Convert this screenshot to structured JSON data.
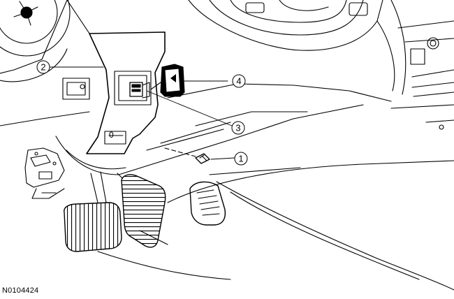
{
  "callouts": [
    {
      "label": "1",
      "part": "screw"
    },
    {
      "label": "2",
      "part": "steering-column-lower-shroud"
    },
    {
      "label": "3",
      "part": "electrical-connector"
    },
    {
      "label": "4",
      "part": "tilt-release-lever"
    }
  ],
  "figure_id": "N0104424"
}
